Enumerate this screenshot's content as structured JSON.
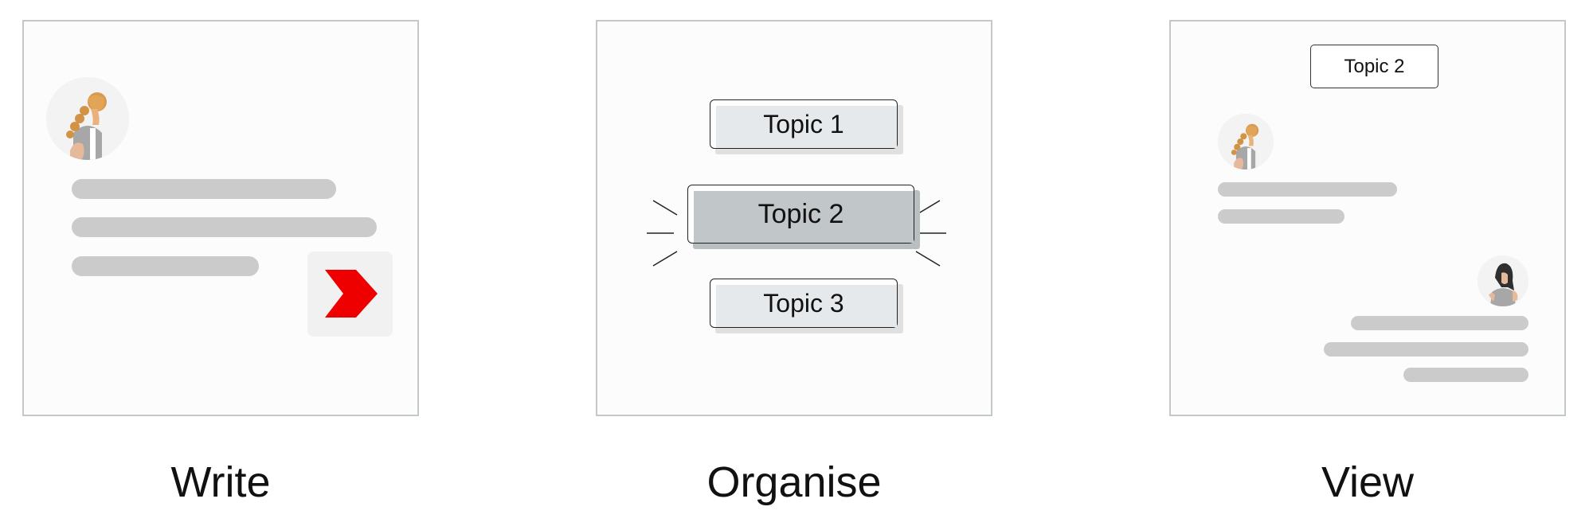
{
  "steps": [
    {
      "caption": "Write"
    },
    {
      "caption": "Organise",
      "topics": [
        "Topic 1",
        "Topic 2",
        "Topic 3"
      ],
      "selected_topic": "Topic 2"
    },
    {
      "caption": "View",
      "topic_header": "Topic 2"
    }
  ],
  "colors": {
    "send_accent": "#ee0000",
    "bar": "#cbcbcb",
    "panel_border": "#c3c8cb",
    "selected_topic_fill": "#c1c6c9"
  },
  "icons": {
    "send": "chevron-right-icon",
    "user_avatar": "avatar-woman-braid",
    "reply_avatar": "avatar-woman-dark-hair"
  }
}
